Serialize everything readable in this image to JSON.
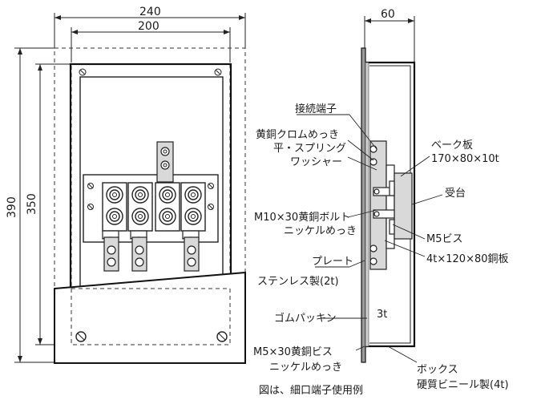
{
  "dimensions": {
    "width_outer": "240",
    "width_inner": "200",
    "height_outer": "390",
    "height_inner": "350",
    "depth": "60",
    "rubber_thickness": "3t"
  },
  "labels": {
    "terminal": "接続端子",
    "brass_chrome_l1": "黄銅クロムめっき",
    "brass_chrome_l2": "平・スプリング",
    "brass_chrome_l3": "ワッシャー",
    "bake_l1": "ベーク板",
    "bake_l2": "170×80×10t",
    "support": "受台",
    "bolt_l1": "M10×30黄銅ボルト",
    "bolt_l2": "ニッケルめっき",
    "m5_screw": "M5ビス",
    "copper_plate": "4t×120×80銅板",
    "plate_l1": "プレート",
    "plate_l2": "ステンレス製(2t)",
    "rubber": "ゴムパッキン",
    "m5_brass_l1": "M5×30黄銅ビス",
    "m5_brass_l2": "ニッケルめっき",
    "box_l1": "ボックス",
    "box_l2": "硬質ビニール製(4t)",
    "caption": "図は、細口端子使用例"
  }
}
